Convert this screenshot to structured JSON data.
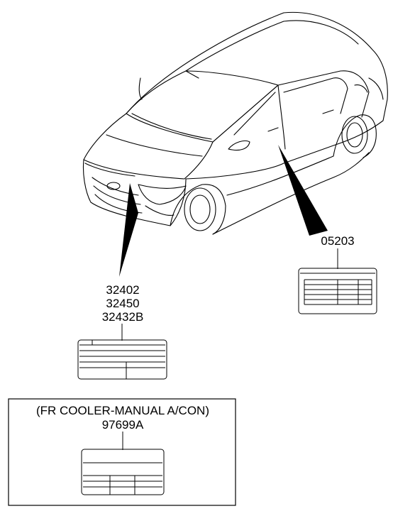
{
  "callouts": {
    "front": [
      "32402",
      "32450",
      "32432B"
    ],
    "door": "05203"
  },
  "inset": {
    "title": "(FR COOLER-MANUAL A/CON)",
    "part": "97699A"
  }
}
